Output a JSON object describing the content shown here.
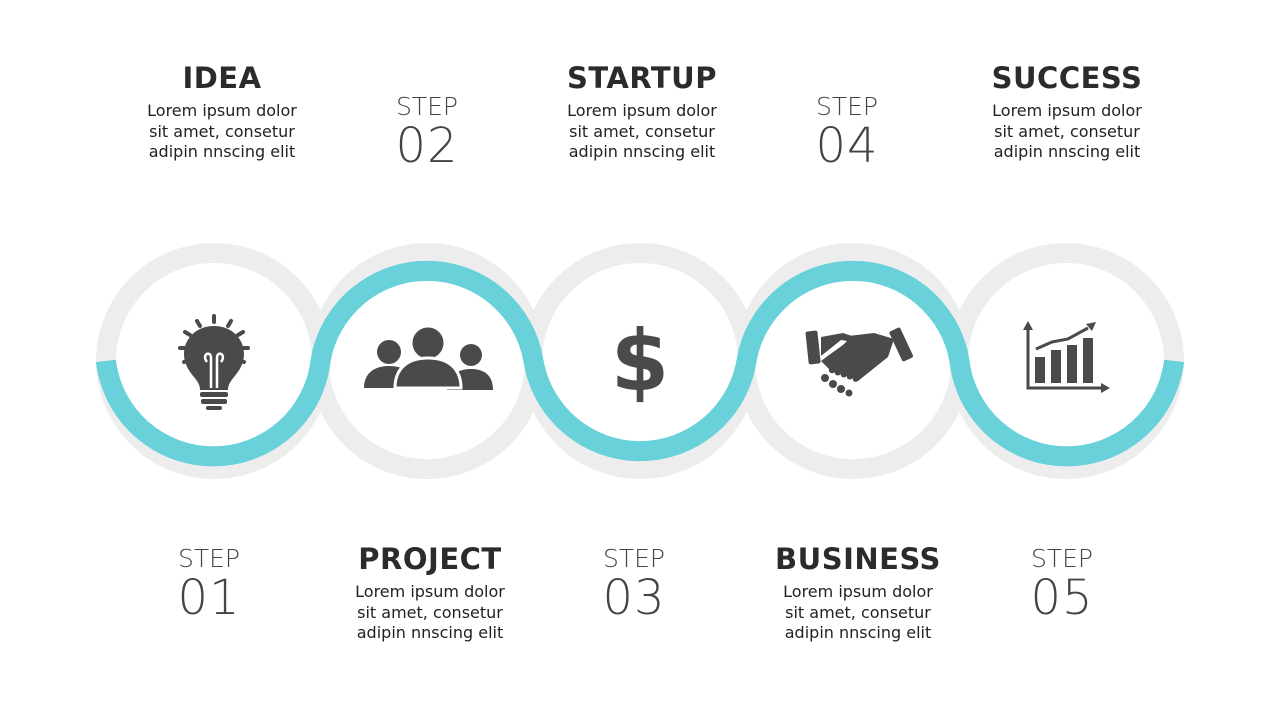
{
  "colors": {
    "accent": "#69d1da",
    "track": "#ededed",
    "icon": "#4a4a4a"
  },
  "steps": [
    {
      "title": "IDEA",
      "desc": [
        "Lorem ipsum dolor",
        "sit amet, consetur",
        "adipin nnscing elit"
      ],
      "step_label": "STEP",
      "step_number": "01",
      "icon": "lightbulb-icon"
    },
    {
      "title": "PROJECT",
      "desc": [
        "Lorem ipsum dolor",
        "sit amet, consetur",
        "adipin nnscing elit"
      ],
      "step_label": "STEP",
      "step_number": "02",
      "icon": "team-icon"
    },
    {
      "title": "STARTUP",
      "desc": [
        "Lorem ipsum dolor",
        "sit amet, consetur",
        "adipin nnscing elit"
      ],
      "step_label": "STEP",
      "step_number": "03",
      "icon": "dollar-icon"
    },
    {
      "title": "BUSINESS",
      "desc": [
        "Lorem ipsum dolor",
        "sit amet, consetur",
        "adipin nnscing elit"
      ],
      "step_label": "STEP",
      "step_number": "04",
      "icon": "handshake-icon"
    },
    {
      "title": "SUCCESS",
      "desc": [
        "Lorem ipsum dolor",
        "sit amet, consetur",
        "adipin nnscing elit"
      ],
      "step_label": "STEP",
      "step_number": "05",
      "icon": "growth-chart-icon"
    }
  ]
}
